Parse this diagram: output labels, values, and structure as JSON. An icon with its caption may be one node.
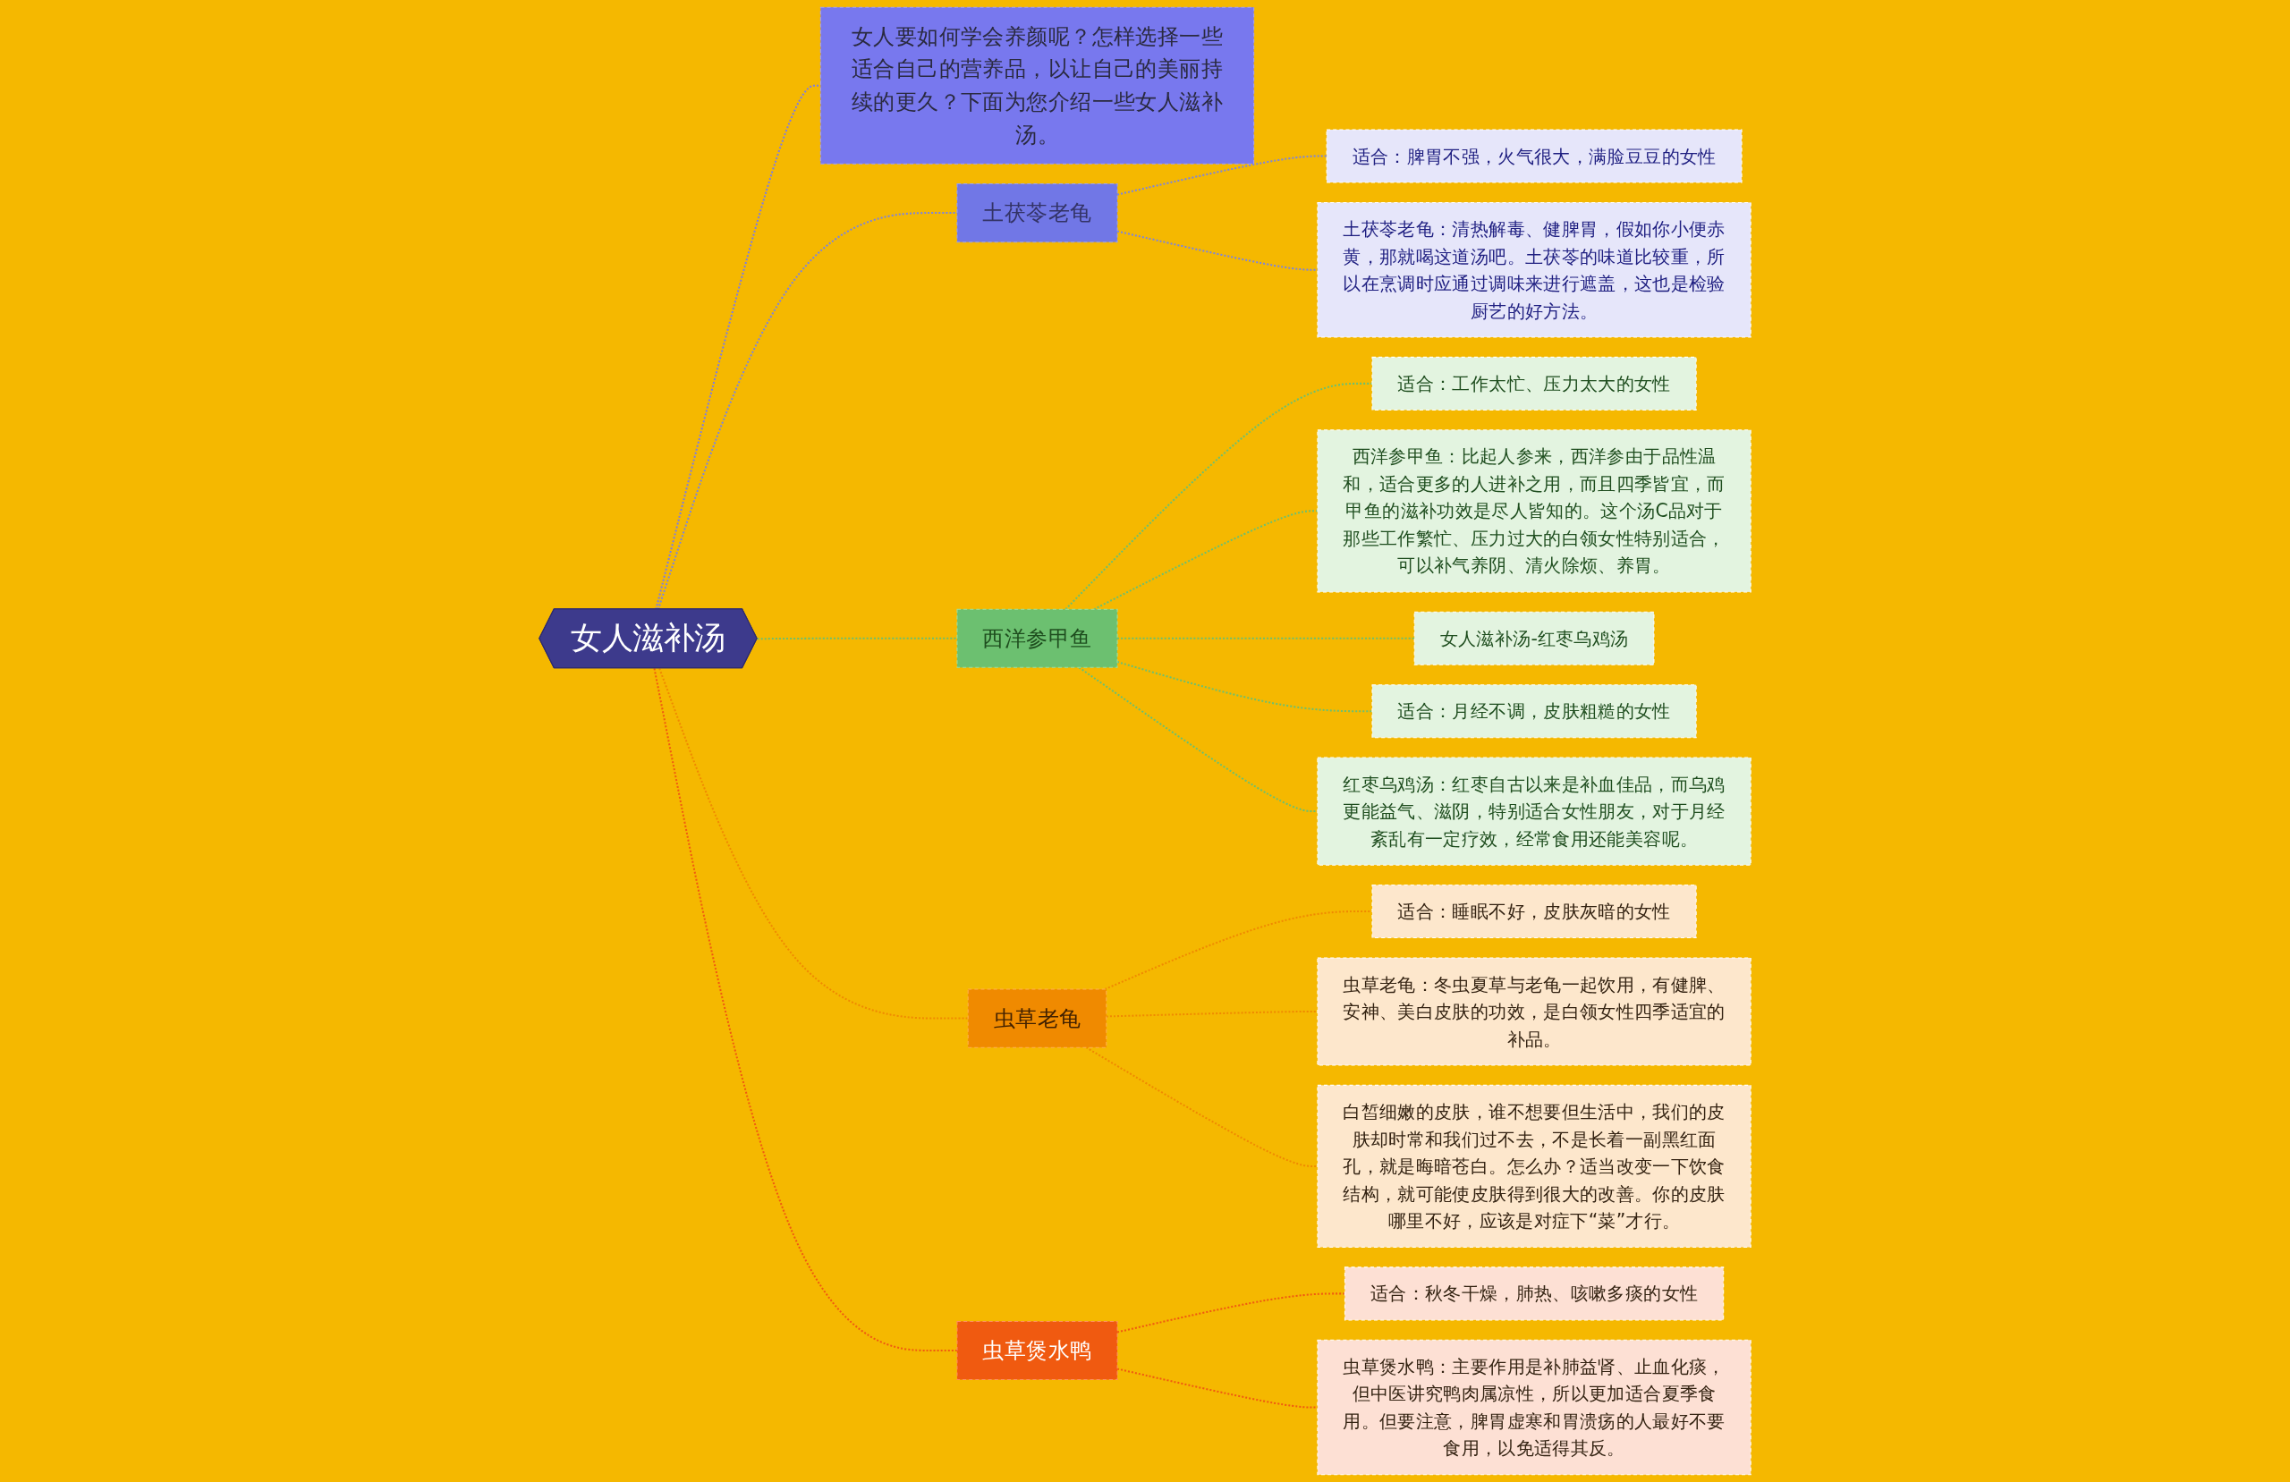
{
  "diagram": {
    "nodes": [
      {
        "text": [
          "女人滋补汤"
        ]
      },
      {
        "text": [
          "女人要如何学会养颜呢？怎样选择一些适合自己的营养品，以让自己的美丽持续的更久？下面为您介绍一些女人滋补汤。"
        ]
      },
      {
        "text": [
          "土茯苓老龟"
        ]
      },
      {
        "text": [
          "适合：脾胃不强，火气很大，满脸豆豆的女性"
        ]
      },
      {
        "text": [
          "土茯苓老龟：清热解毒、健脾胃，假如你小便赤黄，那就喝这道汤吧。土茯苓的味道比较重，所以在烹调时应通过调味来进行遮盖，这也是检验厨艺的好方法。"
        ]
      },
      {
        "text": [
          "西洋参甲鱼"
        ]
      },
      {
        "text": [
          "适合：工作太忙、压力太大的女性"
        ]
      },
      {
        "text": [
          "西洋参甲鱼：比起人参来，西洋参由于品性温和，适合更多的人进补之用，而且四季皆宜，而甲鱼的滋补功效是尽人皆知的。这个汤C品对于那些工作繁忙、压力过大的白领女性特别适合，可以补气养阴、清火除烦、养胃。"
        ]
      },
      {
        "text": [
          "女人滋补汤-红枣乌鸡汤"
        ]
      },
      {
        "text": [
          "适合：月经不调，皮肤粗糙的女性"
        ]
      },
      {
        "text": [
          "红枣乌鸡汤：红枣自古以来是补血佳品，而乌鸡更能益气、滋阴，特别适合女性朋友，对于月经紊乱有一定疗效，经常食用还能美容呢。"
        ]
      },
      {
        "text": [
          "虫草老龟"
        ]
      },
      {
        "text": [
          "适合：睡眠不好，皮肤灰暗的女性"
        ]
      },
      {
        "text": [
          "虫草老龟：冬虫夏草与老龟一起饮用，有健脾、安神、美白皮肤的功效，是白领女性四季适宜的补品。"
        ]
      },
      {
        "text": [
          "白皙细嫩的皮肤，谁不想要但生活中，我们的皮肤却时常和我们过不去，不是长着一副黑红面孔，就是晦暗苍白。怎么办？适当改变一下饮食结构，就可能使皮肤得到很大的改善。你的皮肤哪里不好，应该是对症下“菜”才行。"
        ]
      },
      {
        "text": [
          "虫草煲水鸭"
        ]
      },
      {
        "text": [
          "适合：秋冬干燥，肺热、咳嗽多痰的女性"
        ]
      },
      {
        "text": [
          "虫草煲水鸭：主要作用是补肺益肾、止血化痰，但中医讲究鸭肉属凉性，所以更加适合夏季食用。但要注意，脾胃虚寒和胃溃疡的人最好不要食用，以免适得其反。"
        ]
      }
    ],
    "edges": [
      {
        "from": 0,
        "to": 1,
        "arrow": "none",
        "style": "dashed",
        "color": "#7b7be8"
      },
      {
        "from": 0,
        "to": 2,
        "arrow": "none",
        "style": "dashed",
        "color": "#7b84e0"
      },
      {
        "from": 2,
        "to": 3,
        "arrow": "none",
        "style": "dashed",
        "color": "#7b84e0"
      },
      {
        "from": 2,
        "to": 4,
        "arrow": "none",
        "style": "dashed",
        "color": "#7b84e0"
      },
      {
        "from": 0,
        "to": 5,
        "arrow": "none",
        "style": "dashed",
        "color": "#6cc070"
      },
      {
        "from": 5,
        "to": 6,
        "arrow": "none",
        "style": "dashed",
        "color": "#6cc070"
      },
      {
        "from": 5,
        "to": 7,
        "arrow": "none",
        "style": "dashed",
        "color": "#6cc070"
      },
      {
        "from": 5,
        "to": 8,
        "arrow": "none",
        "style": "dashed",
        "color": "#6cc070"
      },
      {
        "from": 5,
        "to": 9,
        "arrow": "none",
        "style": "dashed",
        "color": "#6cc070"
      },
      {
        "from": 5,
        "to": 10,
        "arrow": "none",
        "style": "dashed",
        "color": "#6cc070"
      },
      {
        "from": 0,
        "to": 11,
        "arrow": "none",
        "style": "dashed",
        "color": "#f08a00"
      },
      {
        "from": 11,
        "to": 12,
        "arrow": "none",
        "style": "dashed",
        "color": "#f08a00"
      },
      {
        "from": 11,
        "to": 13,
        "arrow": "none",
        "style": "dashed",
        "color": "#f08a00"
      },
      {
        "from": 11,
        "to": 14,
        "arrow": "none",
        "style": "dashed",
        "color": "#f08a00"
      },
      {
        "from": 0,
        "to": 15,
        "arrow": "none",
        "style": "dashed",
        "color": "#f05a10"
      },
      {
        "from": 15,
        "to": 16,
        "arrow": "none",
        "style": "dashed",
        "color": "#f05a10"
      },
      {
        "from": 15,
        "to": 17,
        "arrow": "none",
        "style": "dashed",
        "color": "#f05a10"
      }
    ]
  }
}
